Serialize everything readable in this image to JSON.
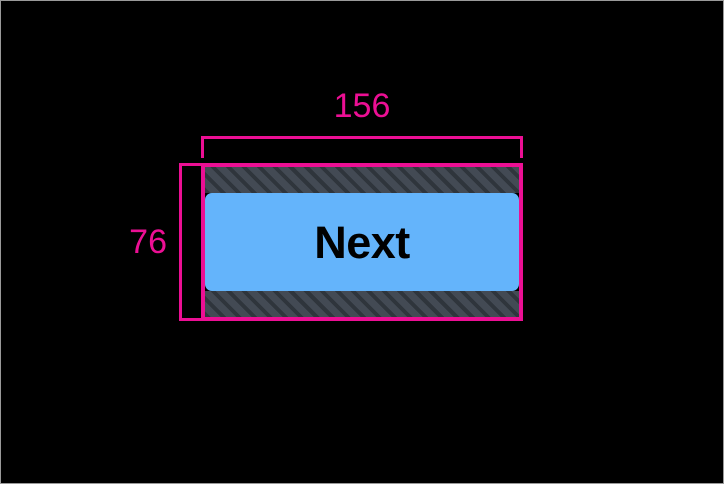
{
  "inspector": {
    "background_color": "#000000",
    "accent_color": "#ec0f94",
    "measurement": {
      "width_label": "156",
      "height_label": "76",
      "units": "px"
    },
    "element": {
      "type": "button",
      "label": "Next",
      "fill_color": "#64b4fb",
      "text_color": "#000000",
      "margin_band_color": "#383f47"
    }
  }
}
